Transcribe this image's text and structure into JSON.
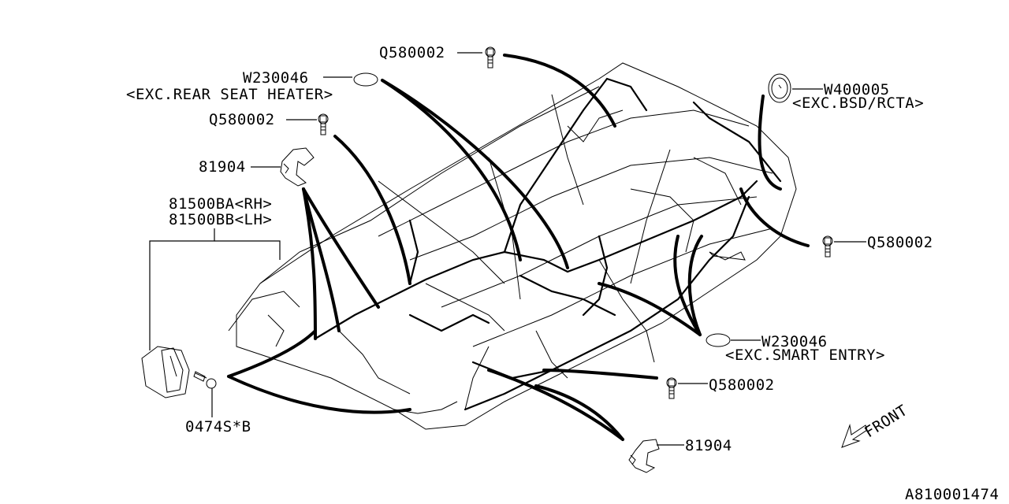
{
  "diagram": {
    "title": "Wiring harness - floor",
    "diagram_id": "A810001474",
    "direction_label": "FRONT",
    "callouts": [
      {
        "part": "Q580002",
        "note": "",
        "icon": "bolt-icon"
      },
      {
        "part": "W230046",
        "note": "<EXC.REAR SEAT HEATER>",
        "icon": "grommet-oval-icon"
      },
      {
        "part": "Q580002",
        "note": "",
        "icon": "bolt-icon"
      },
      {
        "part": "81904",
        "note": "",
        "icon": "clip-icon"
      },
      {
        "part": "81500BA<RH>",
        "note": "81500BB<LH>",
        "icon": "connector-bracket-icon"
      },
      {
        "part": "0474S*B",
        "note": "",
        "icon": "screw-icon"
      },
      {
        "part": "W400005",
        "note": "<EXC.BSD/RCTA>",
        "icon": "round-grommet-icon"
      },
      {
        "part": "Q580002",
        "note": "",
        "icon": "bolt-icon"
      },
      {
        "part": "W230046",
        "note": "<EXC.SMART ENTRY>",
        "icon": "grommet-oval-icon"
      },
      {
        "part": "Q580002",
        "note": "",
        "icon": "bolt-icon"
      },
      {
        "part": "81904",
        "note": "",
        "icon": "clip-icon"
      }
    ]
  }
}
